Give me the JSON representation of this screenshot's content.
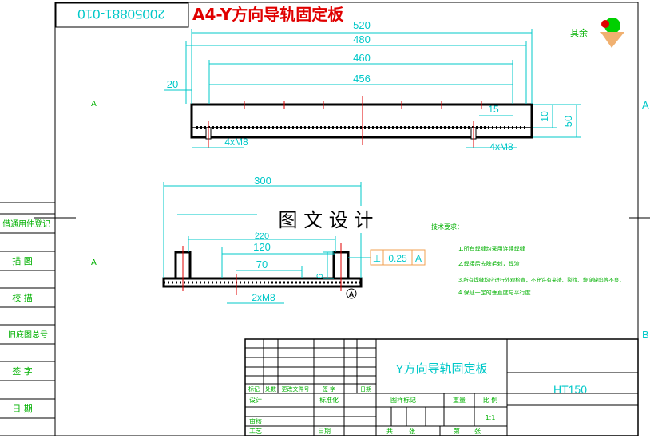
{
  "drawing": {
    "title": "A4-Y方向导轨固定板",
    "drawing_number": "20050881-010",
    "other_roughness": "其余",
    "watermark": "图 文 设 计",
    "zone_marks": [
      "A",
      "A",
      "B"
    ],
    "section_marks": [
      "A",
      "A"
    ],
    "view_marker": "A"
  },
  "top_view": {
    "dims": [
      "520",
      "480",
      "460",
      "456",
      "20",
      "15",
      "10",
      "50"
    ],
    "thread_callouts": [
      "4xM8",
      "4xM8"
    ]
  },
  "front_view": {
    "dims": [
      "300",
      "220",
      "120",
      "70",
      "6"
    ],
    "thread_callout": "2xM8",
    "tolerance": {
      "symbol": "⊥",
      "value": "0.25",
      "datum": "A"
    }
  },
  "technical_requirements": {
    "heading": "技术要求：",
    "items": [
      "1.所有焊缝均采用连续焊缝",
      "2.焊接后去除毛刺，焊渣",
      "3.所有焊缝均应进行外观检查，不允许有夹渣、裂纹、烧穿缺陷等不良，",
      "4.保证一定的垂直度与平行度"
    ]
  },
  "left_column": [
    "借通用件登记",
    "描 图",
    "校 描",
    "旧底图总号",
    "签 字",
    "日 期"
  ],
  "title_block": {
    "part_name": "Y方向导轨固定板",
    "material": "HT150",
    "scale": "1:1",
    "labels": {
      "mark": "标记",
      "count": "处数",
      "change_doc": "更改文件号",
      "signature": "签 字",
      "date": "日期",
      "design": "设计",
      "standardize": "标准化",
      "stage_mark": "图样标记",
      "weight": "重量",
      "scale_label": "比 例",
      "review": "审核",
      "process": "工艺",
      "approve": "日期",
      "total": "共",
      "sheets": "张",
      "sheet_no": "第",
      "sheet": "张"
    }
  }
}
